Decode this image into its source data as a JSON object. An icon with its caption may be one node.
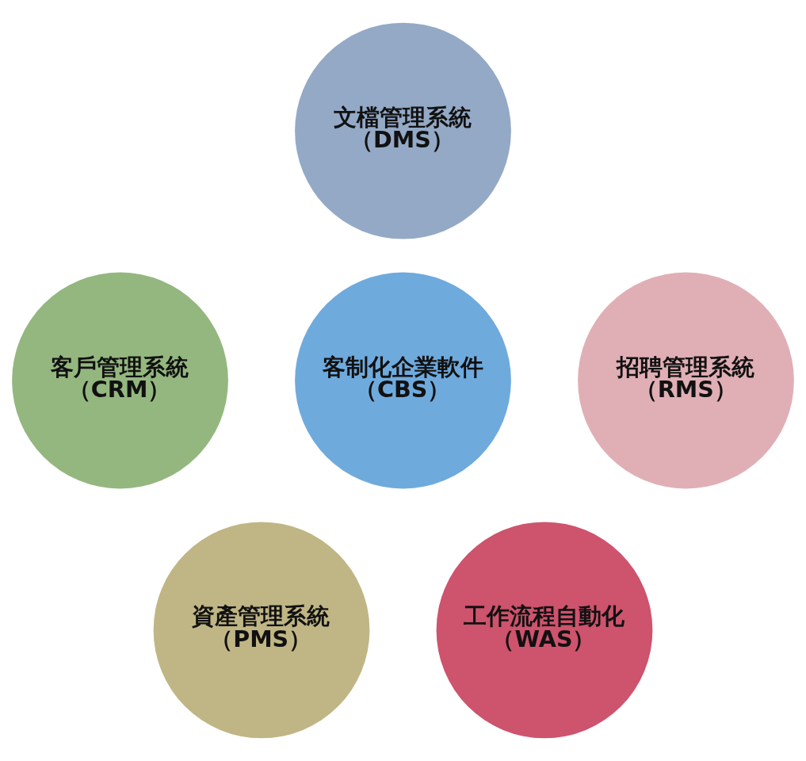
{
  "diagram": {
    "nodes": [
      {
        "text": [
          "文檔管理系統",
          "（DMS）"
        ]
      },
      {
        "text": [
          "客戶管理系統",
          "（CRM）"
        ]
      },
      {
        "text": [
          "客制化企業軟件",
          "（CBS）"
        ]
      },
      {
        "text": [
          "招聘管理系統",
          "（RMS）"
        ]
      },
      {
        "text": [
          "資產管理系統",
          "（PMS）"
        ]
      },
      {
        "text": [
          "工作流程自動化",
          "（WAS）"
        ]
      }
    ]
  }
}
